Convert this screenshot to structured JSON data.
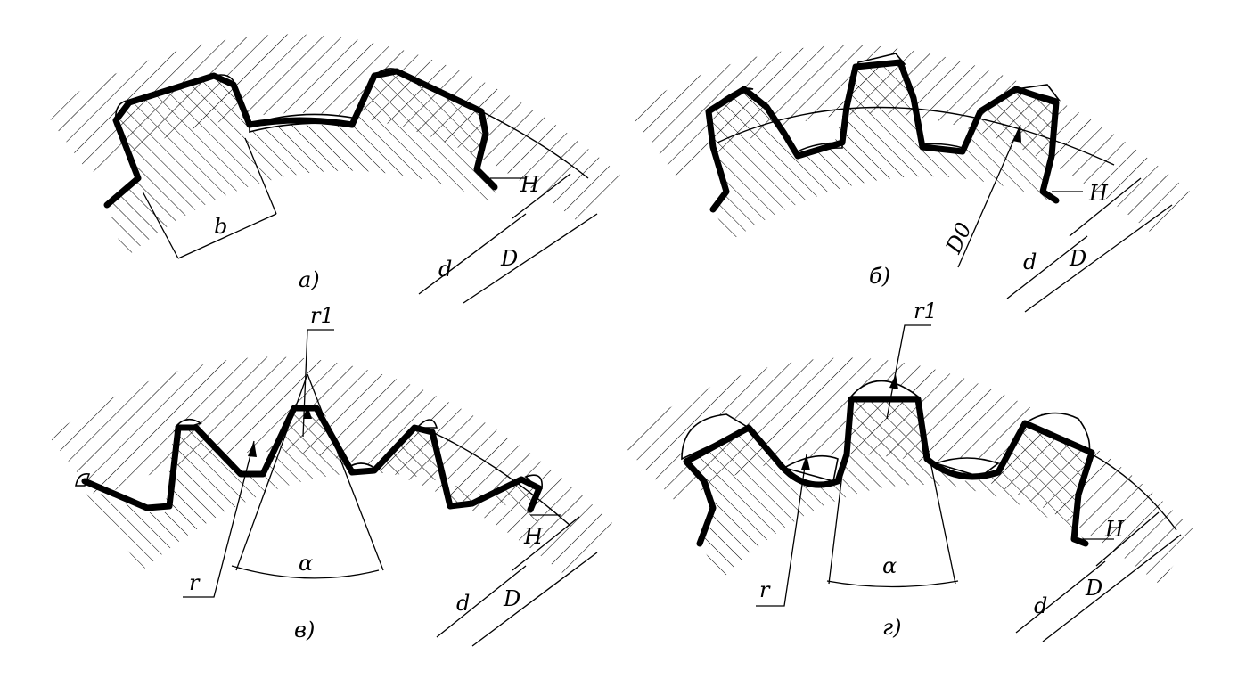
{
  "figure": {
    "panels": [
      {
        "id": "a",
        "caption": "а)",
        "labels": {
          "b": "b",
          "H": "H",
          "d": "d",
          "D": "D"
        }
      },
      {
        "id": "b",
        "caption": "б)",
        "labels": {
          "D0": "D0",
          "H": "H",
          "d": "d",
          "D": "D"
        }
      },
      {
        "id": "v",
        "caption": "в)",
        "labels": {
          "r1": "r1",
          "r": "r",
          "alpha": "α",
          "H": "H",
          "d": "d",
          "D": "D"
        }
      },
      {
        "id": "g",
        "caption": "г)",
        "labels": {
          "r1": "r1",
          "r": "r",
          "alpha": "α",
          "H": "H",
          "d": "d",
          "D": "D"
        }
      }
    ]
  }
}
